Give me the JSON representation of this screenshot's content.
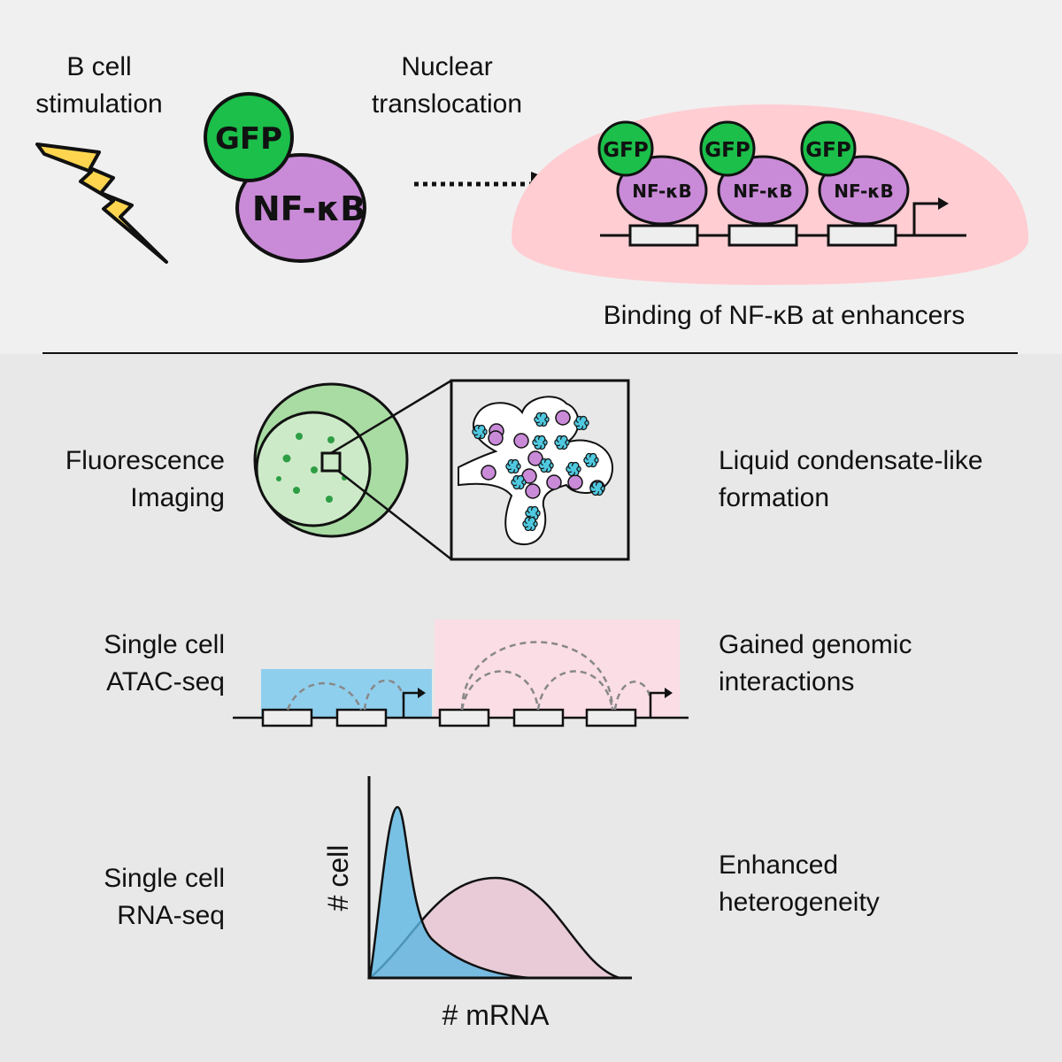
{
  "colors": {
    "top_bg": "#f0f0f0",
    "bottom_bg": "#e8e8e8",
    "gfp": "#1bbf4a",
    "nfkb": "#c98ad8",
    "nucleus": "#ffcdd2",
    "lightning": "#ffd54f",
    "cell_outer": "#a9dca3",
    "cell_inner": "#cdeac8",
    "cyan": "#4fc9e0",
    "blue_region": "#8fcfee",
    "pink_region": "#fbdde6",
    "curve_blue": "#5bb6e3",
    "curve_pink": "#e8c6d3"
  },
  "top": {
    "stimulation": [
      "B cell",
      "stimulation"
    ],
    "translocation": [
      "Nuclear",
      "translocation"
    ],
    "gfp": "GFP",
    "nfkb": "NF-κB",
    "binding_caption": "Binding of NF-κB at enhancers"
  },
  "rows": {
    "imaging_method": [
      "Fluorescence",
      "Imaging"
    ],
    "imaging_result": [
      "Liquid condensate-like",
      "formation"
    ],
    "atac_method": [
      "Single cell",
      "ATAC-seq"
    ],
    "atac_result": [
      "Gained genomic",
      "interactions"
    ],
    "rna_method": [
      "Single cell",
      "RNA-seq"
    ],
    "rna_result": [
      "Enhanced",
      "heterogeneity"
    ]
  },
  "plot": {
    "xlabel": "# mRNA",
    "ylabel": "# cell"
  }
}
